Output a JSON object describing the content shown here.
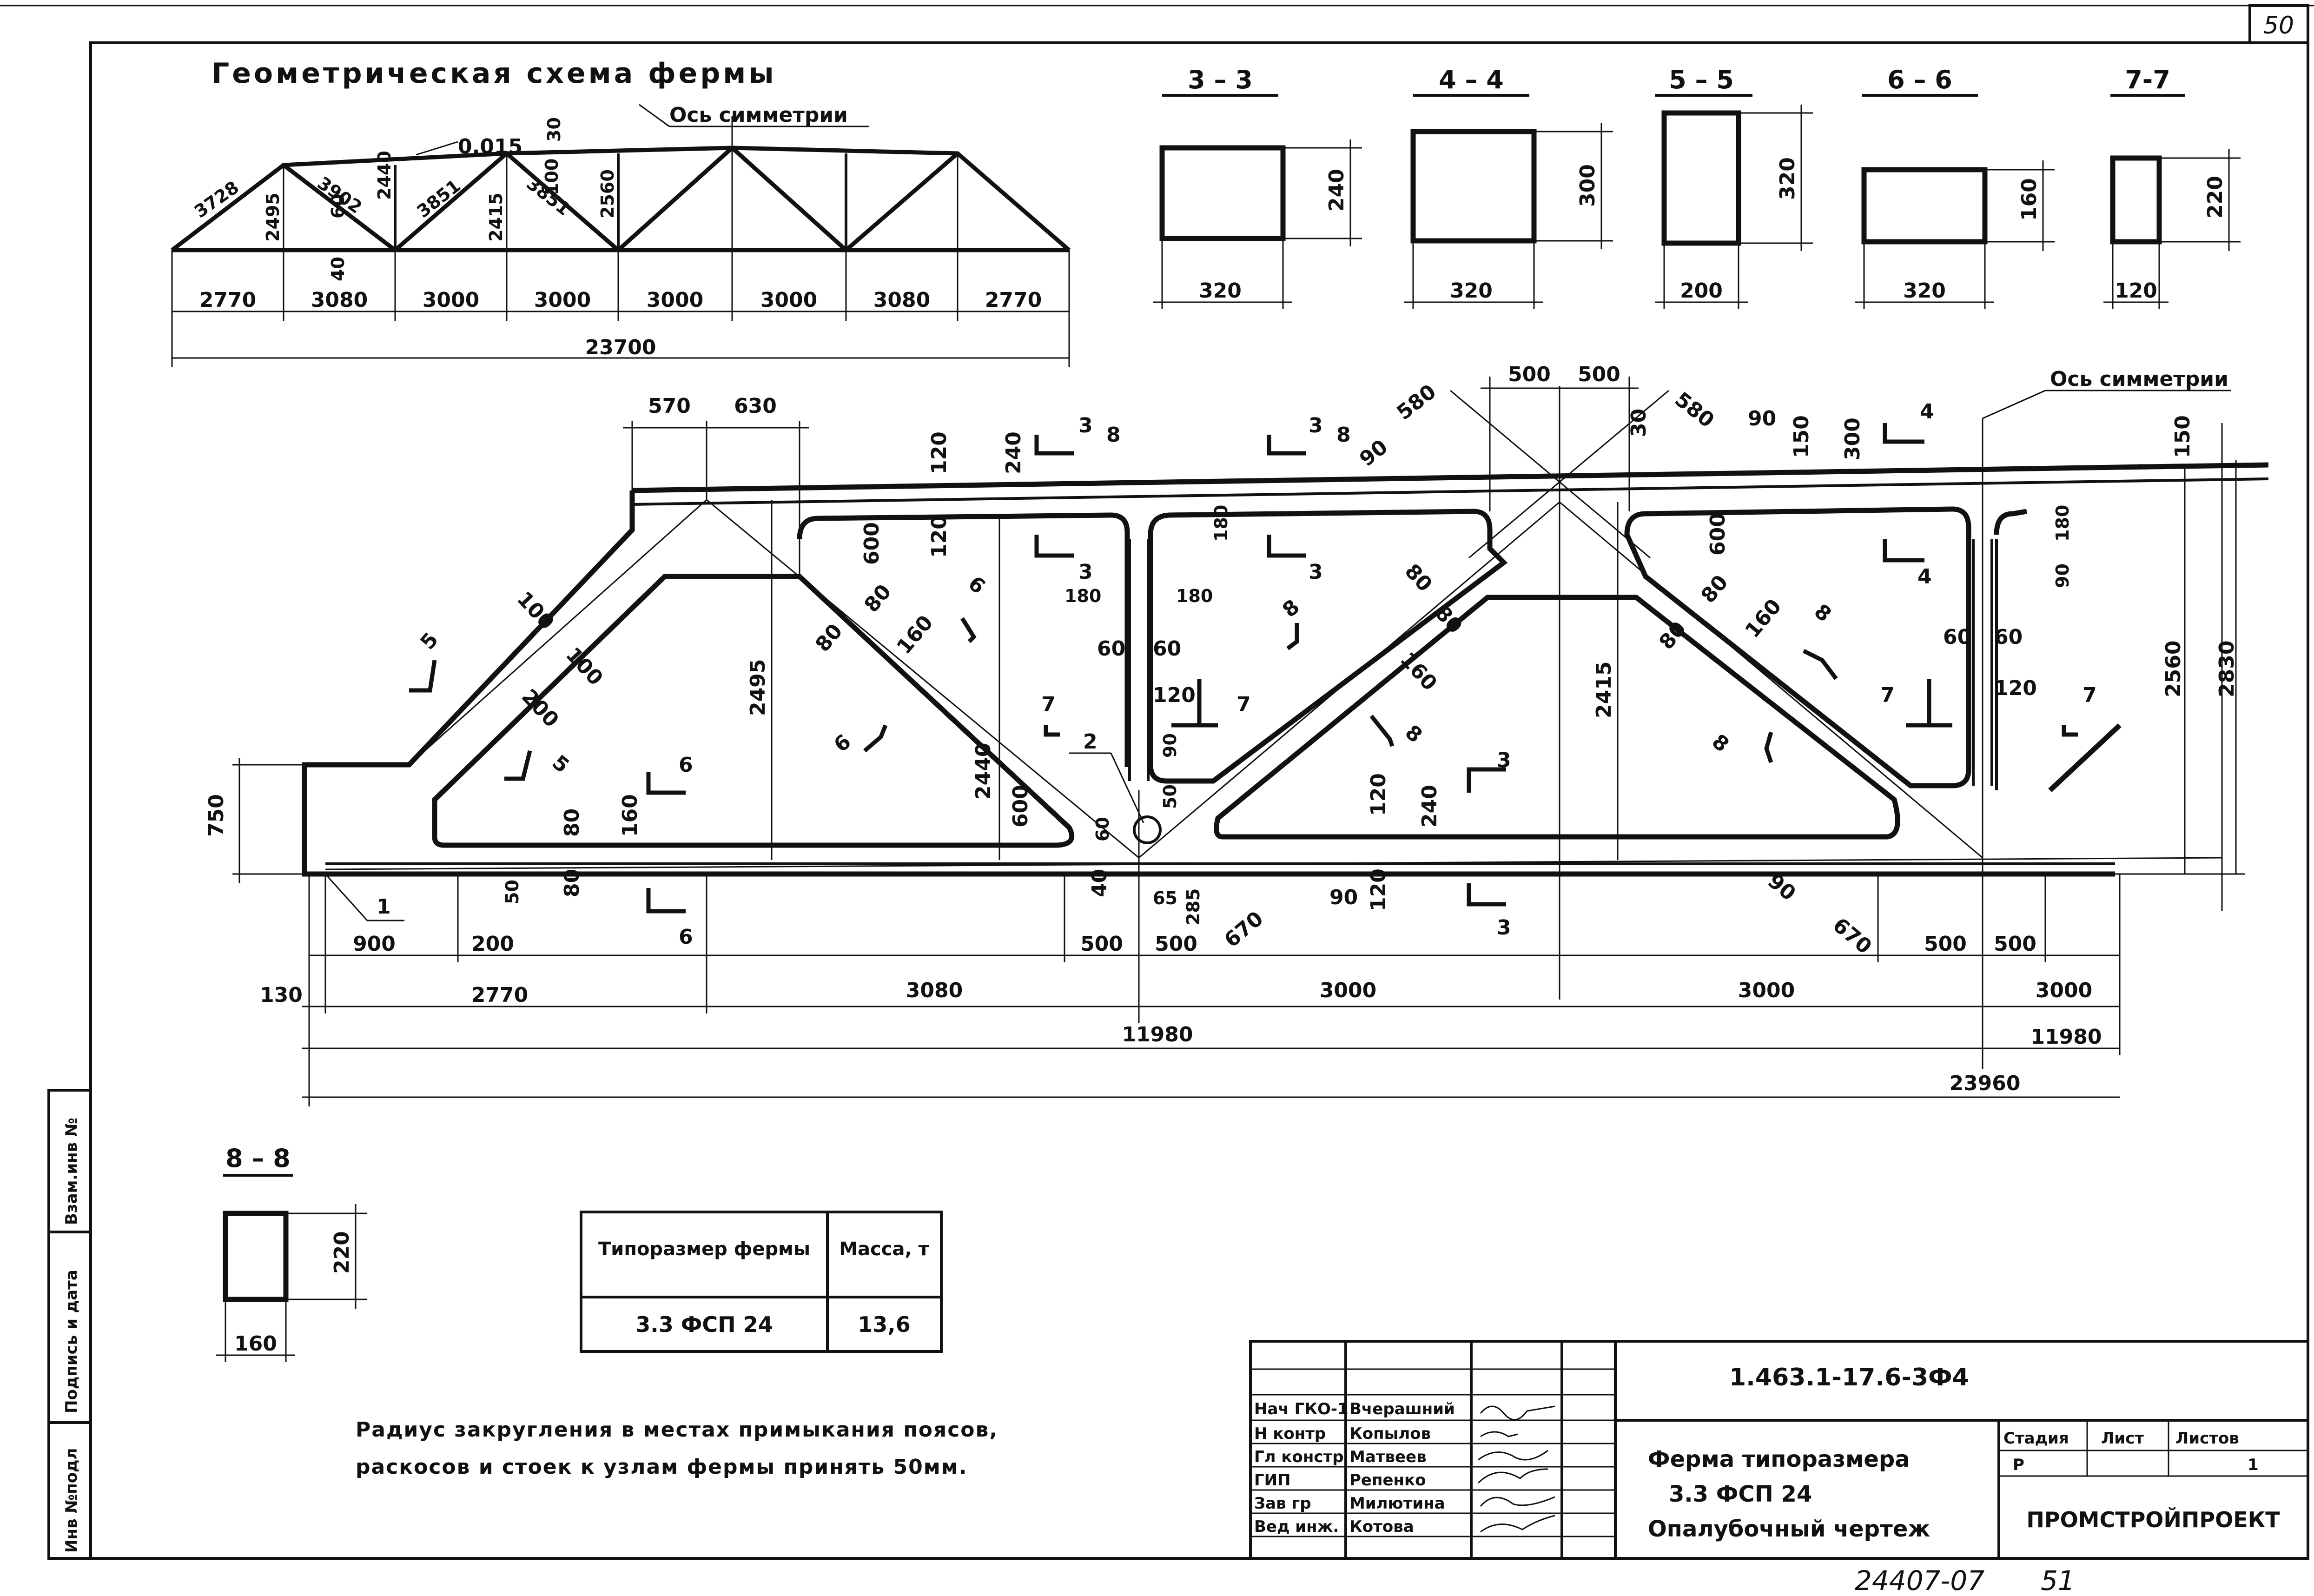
{
  "sheet": {
    "page_number": "50",
    "page_number_bottom": "51",
    "archive_number": "24407-07"
  },
  "geometric_scheme": {
    "title": "Геометрическая схема фермы",
    "axis_label": "Ось симметрии",
    "slope": "0.015",
    "members": [
      "3728",
      "2495",
      "3902",
      "2440",
      "60",
      "40",
      "30",
      "3851",
      "2415",
      "3851",
      "100",
      "2560"
    ],
    "panels": [
      "2770",
      "3080",
      "3000",
      "3000",
      "3000",
      "3000",
      "3080",
      "2770"
    ],
    "total": "23700"
  },
  "sections": [
    {
      "label": "3 – 3",
      "width": "320",
      "height": "240"
    },
    {
      "label": "4 – 4",
      "width": "320",
      "height": "300"
    },
    {
      "label": "5 – 5",
      "width": "200",
      "height": "320"
    },
    {
      "label": "6 – 6",
      "width": "320",
      "height": "160"
    },
    {
      "label": "7-7",
      "width": "120",
      "height": "220"
    },
    {
      "label": "8 – 8",
      "width": "160",
      "height": "220"
    }
  ],
  "truss_dims": {
    "top": [
      "570",
      "630",
      "500",
      "500",
      "580",
      "580",
      "90",
      "90",
      "30",
      "120",
      "240",
      "120",
      "150",
      "300",
      "150"
    ],
    "vertical": [
      "750",
      "2495",
      "2440",
      "2415",
      "2560",
      "2830",
      "600",
      "600",
      "600",
      "120",
      "120",
      "240",
      "160",
      "80",
      "80",
      "50",
      "40",
      "60",
      "90",
      "180",
      "180",
      "90",
      "50",
      "285",
      "65"
    ],
    "web": [
      "100",
      "100",
      "200",
      "80",
      "80",
      "160",
      "80",
      "80",
      "160",
      "80",
      "80",
      "160",
      "60",
      "60",
      "120",
      "180",
      "60",
      "60",
      "120",
      "180",
      "670",
      "670",
      "90",
      "90"
    ],
    "bottom_row1": [
      "900",
      "200",
      "500",
      "500",
      "500",
      "500"
    ],
    "bottom_row2": [
      "130",
      "2770",
      "3080",
      "3000",
      "3000",
      "3000"
    ],
    "half": "11980",
    "half2": "11980",
    "total": "23960",
    "axis_label": "Ось симметрии",
    "callout_1": "1",
    "callout_2": "2",
    "section_marks": [
      "3",
      "3",
      "3",
      "3",
      "3",
      "3",
      "4",
      "4",
      "5",
      "5",
      "6",
      "6",
      "6",
      "6",
      "7",
      "7",
      "7",
      "7",
      "8",
      "8",
      "8",
      "8",
      "8",
      "8"
    ]
  },
  "mass_table": {
    "head_type": "Типоразмер фермы",
    "head_mass": "Масса, т",
    "type": "3.3 ФСП 24",
    "mass": "13,6"
  },
  "note": {
    "line1": "Радиус закругления в местах примыкания поясов,",
    "line2": "раскосов и стоек к узлам фермы принять 50мм."
  },
  "side_stamp": {
    "inv_podl": "Инв №подл",
    "sign_date": "Подпись и дата",
    "vzam": "Взам.инв №"
  },
  "title_block": {
    "code": "1.463.1-17.6-3Ф4",
    "title_line1": "Ферма типоразмера",
    "title_line2": "3.3 ФСП 24",
    "title_line3": "Опалубочный чертеж",
    "stage_h": "Стадия",
    "sheet_h": "Лист",
    "sheets_h": "Листов",
    "stage": "Р",
    "sheet": "",
    "sheets": "1",
    "org": "ПРОМСТРОЙПРОЕКТ",
    "roles": [
      {
        "role": "Нач ГКО-1",
        "name": "Вчерашний"
      },
      {
        "role": "Н контр",
        "name": "Копылов"
      },
      {
        "role": "Гл констр",
        "name": "Матвеев"
      },
      {
        "role": "ГИП",
        "name": "Репенко"
      },
      {
        "role": "Зав гр",
        "name": "Милютина"
      },
      {
        "role": "Вед инж.",
        "name": "Котова"
      }
    ]
  }
}
